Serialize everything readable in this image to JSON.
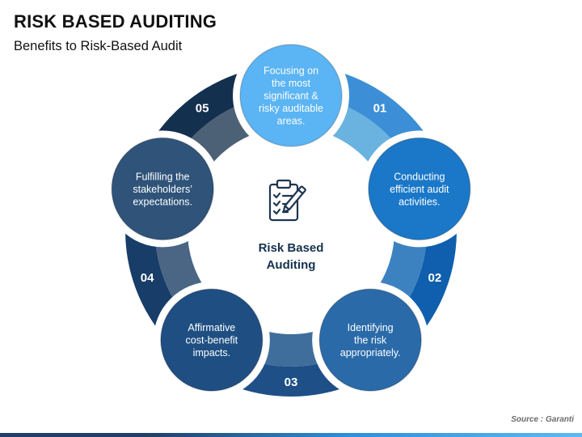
{
  "header": {
    "title": "RISK BASED AUDITING",
    "subtitle": "Benefits to Risk-Based Audit"
  },
  "center": {
    "label_lines": [
      "Risk Based",
      "Auditing"
    ],
    "icon": "clipboard-checklist-pencil-icon"
  },
  "items": [
    {
      "number": "01",
      "lines": [
        "Focusing on",
        "the most",
        "significant &",
        "risky auditable",
        "areas."
      ],
      "circle_color": "#5bb4f3",
      "tab_color": "#3c8fd6",
      "connector_color": "#6ab2e0"
    },
    {
      "number": "02",
      "lines": [
        "Conducting",
        "efficient audit",
        "activities."
      ],
      "circle_color": "#1b78c8",
      "tab_color": "#0f5fae",
      "connector_color": "#3d82c0"
    },
    {
      "number": "03",
      "lines": [
        "Identifying",
        "the risk",
        "appropriately."
      ],
      "circle_color": "#2a6aa8",
      "tab_color": "#1e4f86",
      "connector_color": "#3f6e9c"
    },
    {
      "number": "04",
      "lines": [
        "Affirmative",
        "cost-benefit",
        "impacts."
      ],
      "circle_color": "#1f4f82",
      "tab_color": "#173d68",
      "connector_color": "#4a6684"
    },
    {
      "number": "05",
      "lines": [
        "Fulfilling the",
        "stakeholders’",
        "expectations."
      ],
      "circle_color": "#2f5379",
      "tab_color": "#14304f",
      "connector_color": "#4d6176"
    }
  ],
  "footer": {
    "source": "Source : Garanti"
  }
}
